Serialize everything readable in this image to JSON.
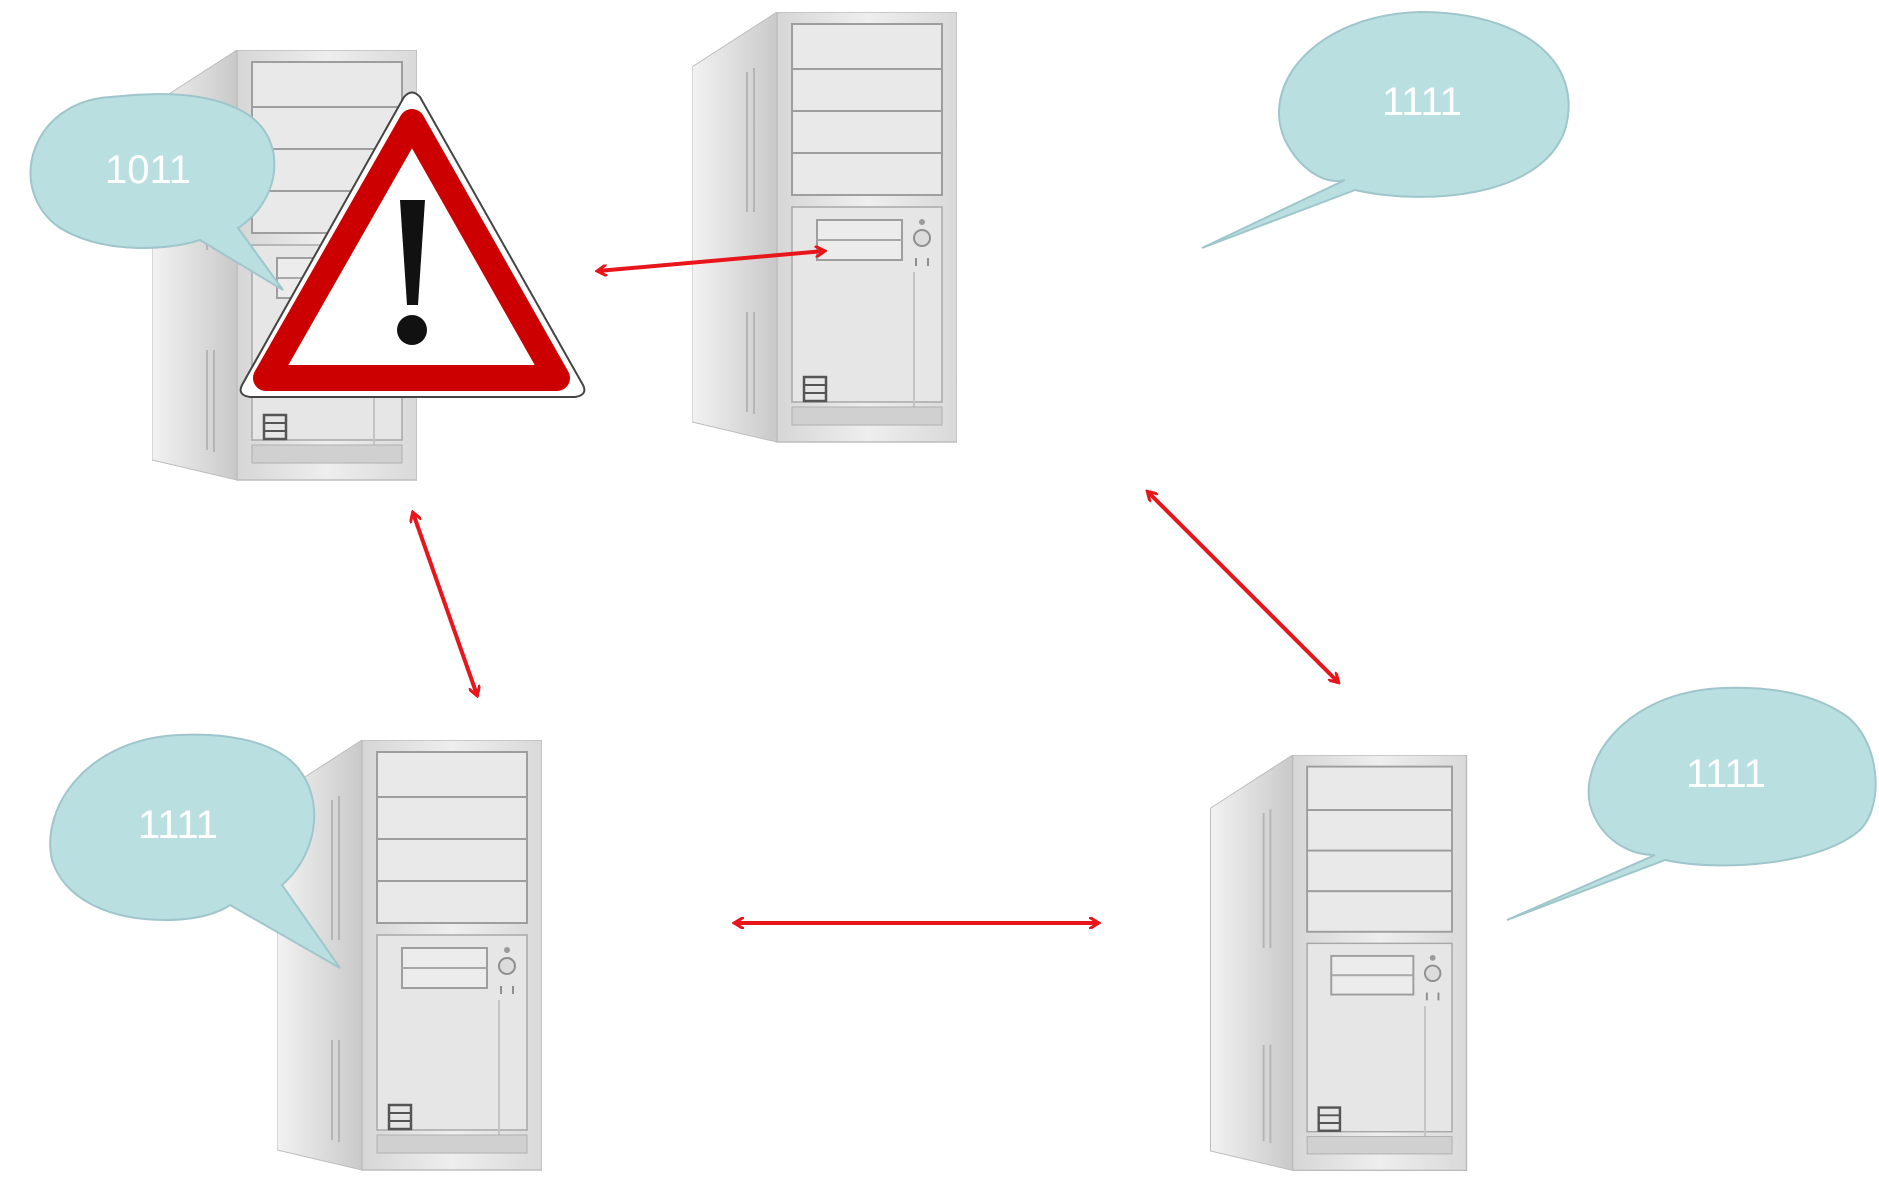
{
  "colors": {
    "arrow": "#e8151b",
    "bubble_fill": "#b9dfe1",
    "bubble_stroke": "#9fc6cb",
    "bubble_text": "#ffffff",
    "warning_border": "#cc0000",
    "tower_body": "#e4e4e4"
  },
  "icons": [
    "computer-tower-icon",
    "warning-triangle-icon",
    "speech-bubble-icon",
    "double-arrow-icon"
  ],
  "nodes": [
    {
      "id": "top-left",
      "bubble_text": "1011",
      "warning": true
    },
    {
      "id": "top-right",
      "bubble_text": "1111",
      "warning": false
    },
    {
      "id": "bottom-left",
      "bubble_text": "1111",
      "warning": false
    },
    {
      "id": "bottom-right",
      "bubble_text": "1111",
      "warning": false
    }
  ],
  "connections": [
    {
      "from": "top-left",
      "to": "top-right"
    },
    {
      "from": "top-right",
      "to": "bottom-right"
    },
    {
      "from": "bottom-left",
      "to": "bottom-right"
    },
    {
      "from": "top-left",
      "to": "bottom-left"
    }
  ]
}
